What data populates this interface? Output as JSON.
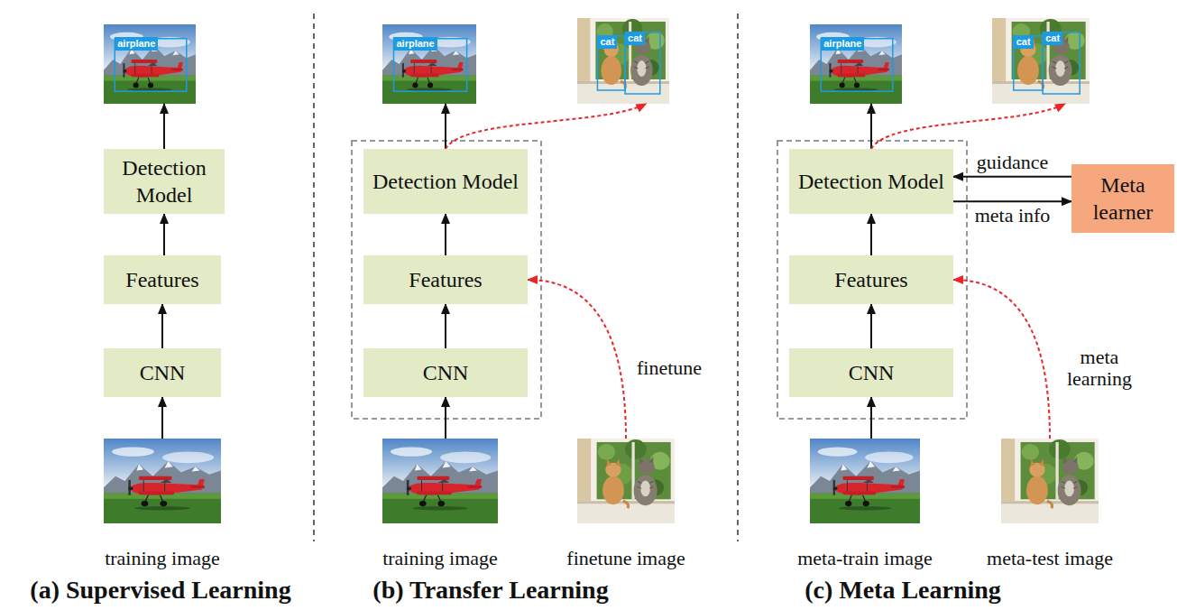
{
  "diagram": {
    "nodes": [
      {
        "text": [
          "airplane"
        ]
      },
      {
        "text": [
          "Detection Model"
        ]
      },
      {
        "text": [
          "Features"
        ]
      },
      {
        "text": [
          "CNN"
        ]
      },
      {
        "text": [
          "training image"
        ]
      },
      {
        "text": [
          "airplane"
        ]
      },
      {
        "text": [
          "cat",
          "cat"
        ]
      },
      {
        "text": [
          "Detection Model"
        ]
      },
      {
        "text": [
          "Features"
        ]
      },
      {
        "text": [
          "CNN"
        ]
      },
      {
        "text": [
          "training image"
        ]
      },
      {
        "text": [
          "finetune image"
        ]
      },
      {
        "text": [
          "airplane"
        ]
      },
      {
        "text": [
          "cat",
          "cat"
        ]
      },
      {
        "text": [
          "Detection Model"
        ]
      },
      {
        "text": [
          "Meta learner"
        ]
      },
      {
        "text": [
          "Features"
        ]
      },
      {
        "text": [
          "CNN"
        ]
      },
      {
        "text": [
          "meta-train image"
        ]
      },
      {
        "text": [
          "meta-test image"
        ]
      }
    ],
    "edges": [
      {
        "from": 4,
        "to": 3,
        "arrow": "to"
      },
      {
        "from": 3,
        "to": 2,
        "arrow": "to"
      },
      {
        "from": 2,
        "to": 1,
        "arrow": "to"
      },
      {
        "from": 1,
        "to": 0,
        "arrow": "to"
      },
      {
        "from": 10,
        "to": 9,
        "arrow": "to"
      },
      {
        "from": 9,
        "to": 8,
        "arrow": "to"
      },
      {
        "from": 8,
        "to": 7,
        "arrow": "to"
      },
      {
        "from": 7,
        "to": 5,
        "arrow": "to"
      },
      {
        "from": 7,
        "to": 6,
        "arrow": "to"
      },
      {
        "from": 11,
        "to": 8,
        "label": "finetune",
        "arrow": "to"
      },
      {
        "from": 18,
        "to": 17,
        "arrow": "to"
      },
      {
        "from": 17,
        "to": 16,
        "arrow": "to"
      },
      {
        "from": 16,
        "to": 14,
        "arrow": "to"
      },
      {
        "from": 14,
        "to": 12,
        "arrow": "to"
      },
      {
        "from": 14,
        "to": 13,
        "arrow": "to"
      },
      {
        "from": 19,
        "to": 16,
        "label": "meta learning",
        "arrow": "to"
      },
      {
        "from": 15,
        "to": 14,
        "label": "guidance",
        "arrow": "to"
      },
      {
        "from": 14,
        "to": 15,
        "label": "meta info",
        "arrow": "to"
      }
    ],
    "labels": [
      "(a) Supervised Learning",
      "(b) Transfer Learning",
      "(c) Meta Learning"
    ]
  }
}
